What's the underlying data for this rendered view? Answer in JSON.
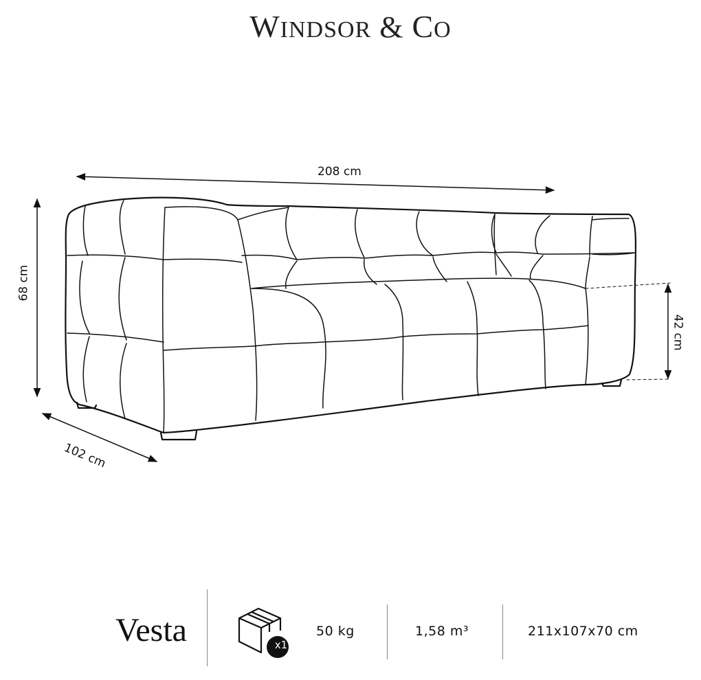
{
  "brand": {
    "initial_1": "W",
    "rest_1": "INDSOR",
    "amp": "&",
    "initial_2": "C",
    "rest_2": "O"
  },
  "dimensions": {
    "width": "208 cm",
    "height": "68 cm",
    "depth": "102 cm",
    "seat_height": "42 cm"
  },
  "product": {
    "name": "Vesta",
    "package_count": "x1",
    "weight": "50 kg",
    "volume": "1,58 m³",
    "package_dimensions": "211x107x70 cm"
  },
  "icons": {
    "package": "box-icon"
  }
}
